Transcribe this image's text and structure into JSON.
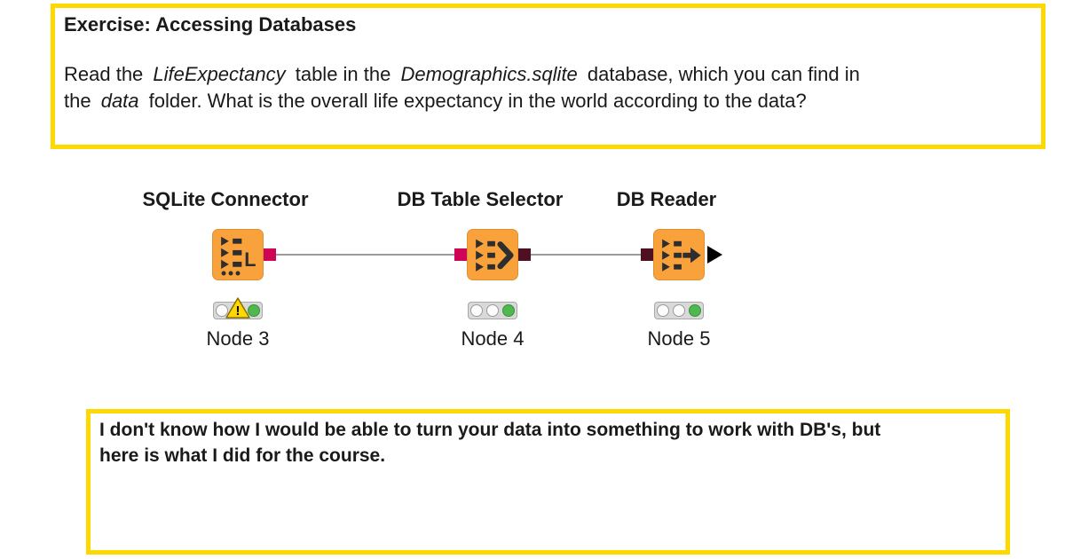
{
  "exercise_annotation": {
    "title": "Exercise: Accessing Databases",
    "body": {
      "line1": {
        "s1": "Read the ",
        "s2": "LifeExpectancy",
        "s3": " table in the ",
        "s4": "Demographics.sqlite",
        "s5": " database, which you can find in"
      },
      "line2": {
        "s1": "the ",
        "s2": "data",
        "s3": " folder. What is the overall life expectancy in the world according to the data?"
      }
    }
  },
  "note_annotation": {
    "line1": "I don't know how I would be able to turn your data into something to work with DB's, but",
    "line2": "here is what I did for the course."
  },
  "workflow": {
    "nodes": [
      {
        "label": "SQLite Connector",
        "name": "Node 3",
        "status": "warning"
      },
      {
        "label": "DB Table Selector",
        "name": "Node 4",
        "status": "executed"
      },
      {
        "label": "DB Reader",
        "name": "Node 5",
        "status": "executed"
      }
    ]
  },
  "icons": {
    "warning_char": "!",
    "node_icons": [
      "sqlite-connector-icon",
      "db-table-selector-icon",
      "db-reader-icon"
    ],
    "db_reader_output": "black-triangle-data-port"
  },
  "colors": {
    "annotation_border": "#FFD800",
    "node_body": "#F9A13B",
    "db_session_port": "#CE0456",
    "db_data_port": "#4F1021",
    "status_green": "#4FB84F",
    "warning_yellow": "#FFD800"
  }
}
